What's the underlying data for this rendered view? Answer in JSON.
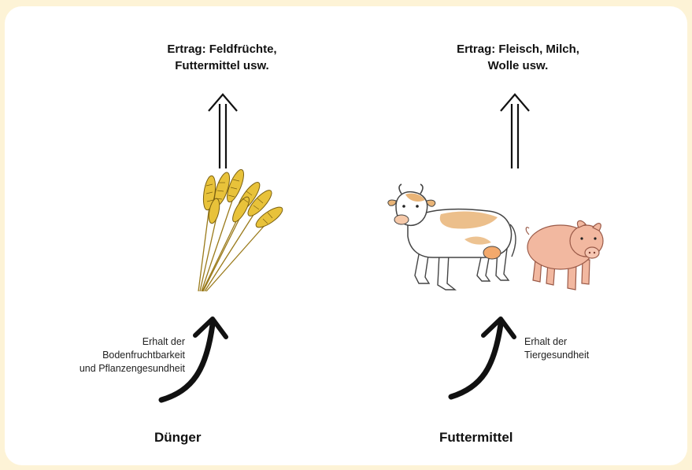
{
  "left": {
    "yield_line1": "Ertrag: Feldfrüchte,",
    "yield_line2": "Futtermittel usw.",
    "maintenance_lines": [
      "Erhalt der",
      "Bodenfruchtbarkeit",
      "und Pflanzengesundheit"
    ],
    "input_label": "Dünger",
    "illustration": "wheat-ears"
  },
  "right": {
    "yield_line1": "Ertrag: Fleisch, Milch,",
    "yield_line2": "Wolle usw.",
    "maintenance_lines": [
      "Erhalt der",
      "Tiergesundheit"
    ],
    "input_label": "Futtermittel",
    "illustration": "cow-and-pig"
  },
  "colors": {
    "background": "#fdf3d6",
    "panel": "#ffffff",
    "wheat": "#e8c23a",
    "cow_patch": "#e9b477",
    "pig": "#f2b8a0"
  }
}
